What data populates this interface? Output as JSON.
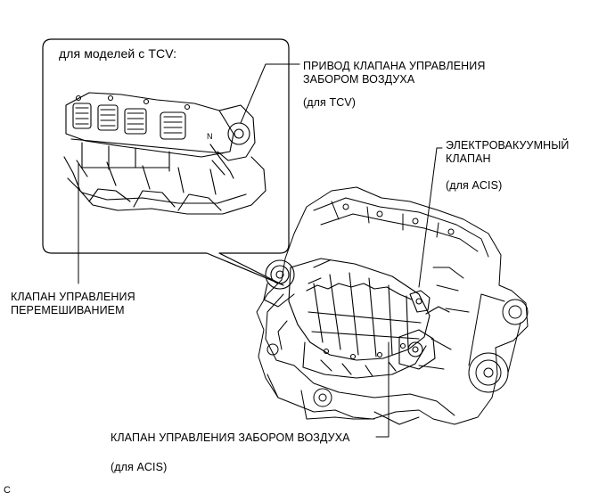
{
  "inset": {
    "title": "для моделей с TCV:"
  },
  "callouts": {
    "tcv_actuator": {
      "line1": "ПРИВОД КЛАПАНА УПРАВЛЕНИЯ",
      "line2": "ЗАБОРОМ ВОЗДУХА",
      "note": "(для TCV)"
    },
    "vsv": {
      "line1": "ЭЛЕКТРОВАКУУМНЫЙ",
      "line2": "КЛАПАН",
      "note": "(для ACIS)"
    },
    "tcv_valve": {
      "line1": "КЛАПАН УПРАВЛЕНИЯ",
      "line2": "ПЕРЕМЕШИВАНИЕМ"
    },
    "acis_valve": {
      "line1": "КЛАПАН УПРАВЛЕНИЯ ЗАБОРОМ ВОЗДУХА",
      "note": "(для ACIS)"
    }
  },
  "corner_mark": "C"
}
